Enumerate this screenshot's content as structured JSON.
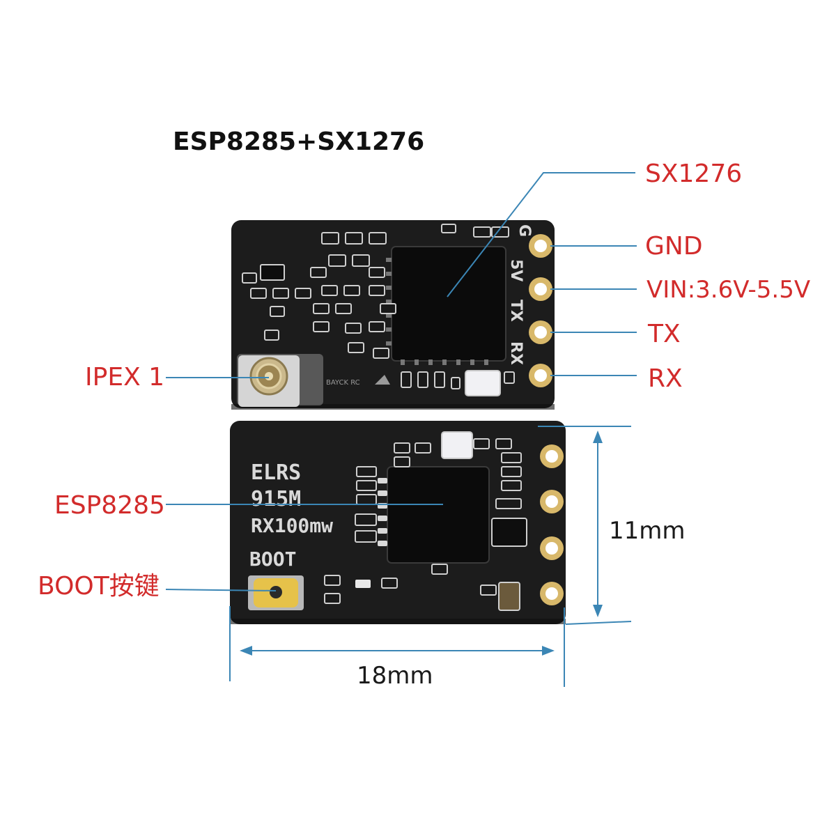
{
  "title": "ESP8285+SX1276",
  "top_board": {
    "callouts": {
      "sx1276": "SX1276",
      "gnd": "GND",
      "vin": "VIN:3.6V-5.5V",
      "tx": "TX",
      "rx": "RX",
      "ipex": "IPEX 1"
    },
    "silkscreen": {
      "g": "G",
      "five_v": "5V",
      "tx": "TX",
      "rx": "RX",
      "brand": "BAYCK RC"
    }
  },
  "bottom_board": {
    "callouts": {
      "esp8285": "ESP8285",
      "boot_key": "BOOT按键"
    },
    "silkscreen": {
      "line1": "ELRS",
      "line2": "915M",
      "line3": "RX100mw",
      "boot": "BOOT"
    }
  },
  "dimensions": {
    "height": "11mm",
    "width": "18mm"
  },
  "colors": {
    "label_red": "#d22b2b",
    "leader_blue": "#3b86b5",
    "pcb": "#1c1c1c",
    "silk": "#d9d9d9",
    "pad_gold": "#d8b86a"
  }
}
